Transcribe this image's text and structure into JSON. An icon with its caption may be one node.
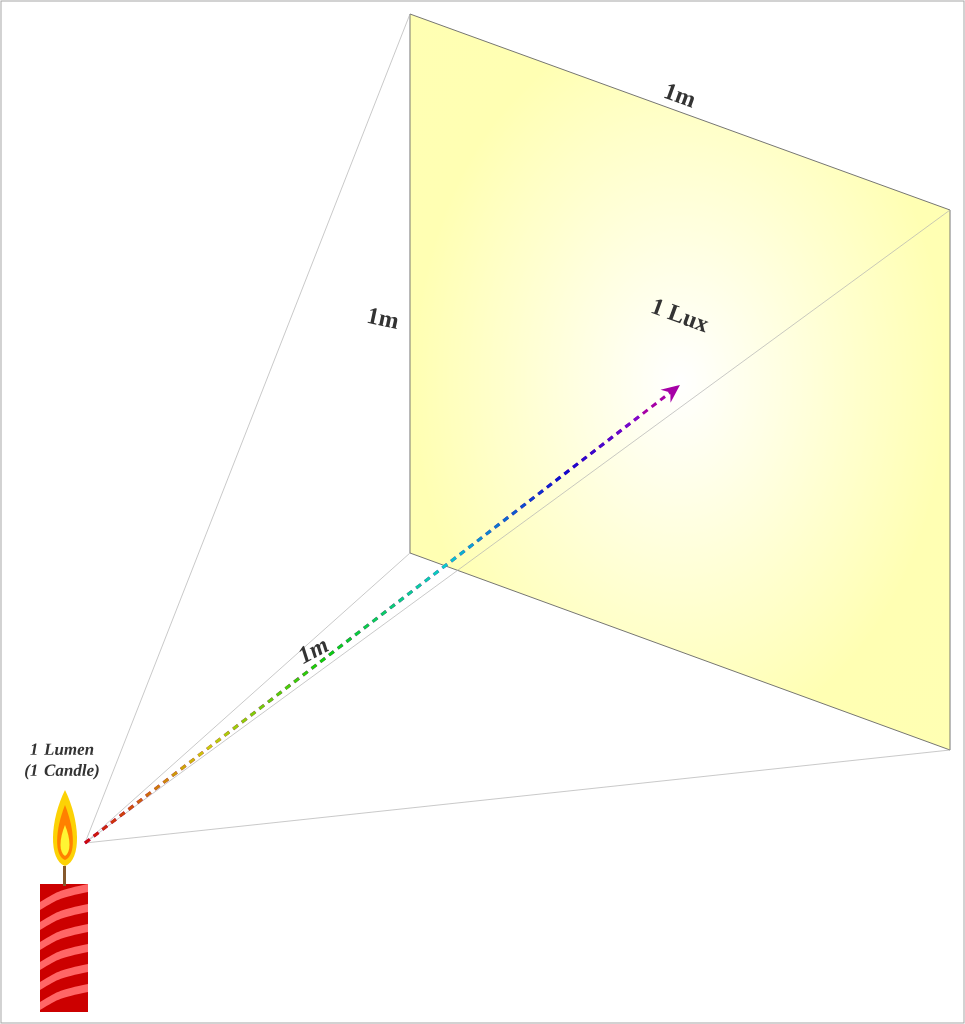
{
  "diagram": {
    "nodes": [
      {
        "text": [],
        "shape": "picture",
        "beside": [
          "1 Lumen (1 Candle)"
        ]
      },
      {
        "text": [
          "1 Lux"
        ]
      }
    ],
    "edges": [
      {
        "from": 0,
        "to": 1,
        "arrow": "to",
        "style": "dashed"
      }
    ],
    "labels": [
      "1m",
      "1m",
      "1m"
    ]
  }
}
